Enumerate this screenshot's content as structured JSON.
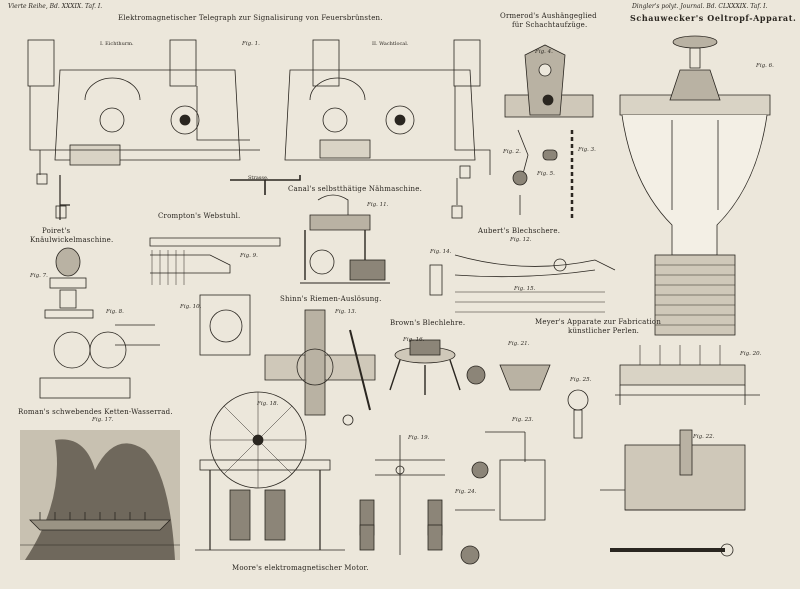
{
  "header": {
    "left": "Vierte Reihe, Bd. XXXIX. Taf. I.",
    "right": "Dingler's polyt. Journal. Bd. CLXXXIX. Taf. I."
  },
  "titles": {
    "telegraph": "Elektromagnetischer Telegraph zur Signalisirung von Feuersbrünsten.",
    "ormerod_line1": "Ormerod's Aushängeglied",
    "ormerod_line2": "für Schachtaufzüge.",
    "schauwecker": "Schauwecker's Oeltropf-Apparat.",
    "canal": "Canal's selbstthätige Nähmaschine.",
    "poiret_line1": "Poiret's",
    "poiret_line2": "Knäulwickelmaschine.",
    "crompton": "Crompton's Webstuhl.",
    "aubert": "Aubert's Blechschere.",
    "shinn": "Shinn's Riemen-Auslösung.",
    "brown": "Brown's Blechlehre.",
    "meyer_line1": "Meyer's Apparate zur Fabrication",
    "meyer_line2": "künstlicher Perlen.",
    "roman": "Roman's schwebendes Ketten-Wasserrad.",
    "moore": "Moore's elektromagnetischer Motor."
  },
  "labels": {
    "eichthurm": "I. Eichthurm.",
    "wachtlocal": "II. Wachtlocal.",
    "strasse": "Strasse."
  },
  "figures": [
    "Fig. 1.",
    "Fig. 2.",
    "Fig. 3.",
    "Fig. 4.",
    "Fig. 5.",
    "Fig. 6.",
    "Fig. 7.",
    "Fig. 8.",
    "Fig. 9.",
    "Fig. 10.",
    "Fig. 11.",
    "Fig. 12.",
    "Fig. 13.",
    "Fig. 14.",
    "Fig. 15.",
    "Fig. 16.",
    "Fig. 17.",
    "Fig. 18.",
    "Fig. 19.",
    "Fig. 20.",
    "Fig. 21.",
    "Fig. 22.",
    "Fig. 23.",
    "Fig. 24.",
    "Fig. 25."
  ],
  "colors": {
    "paper": "#ece7db",
    "ink": "#2a2620",
    "shade": "#8c8578"
  }
}
